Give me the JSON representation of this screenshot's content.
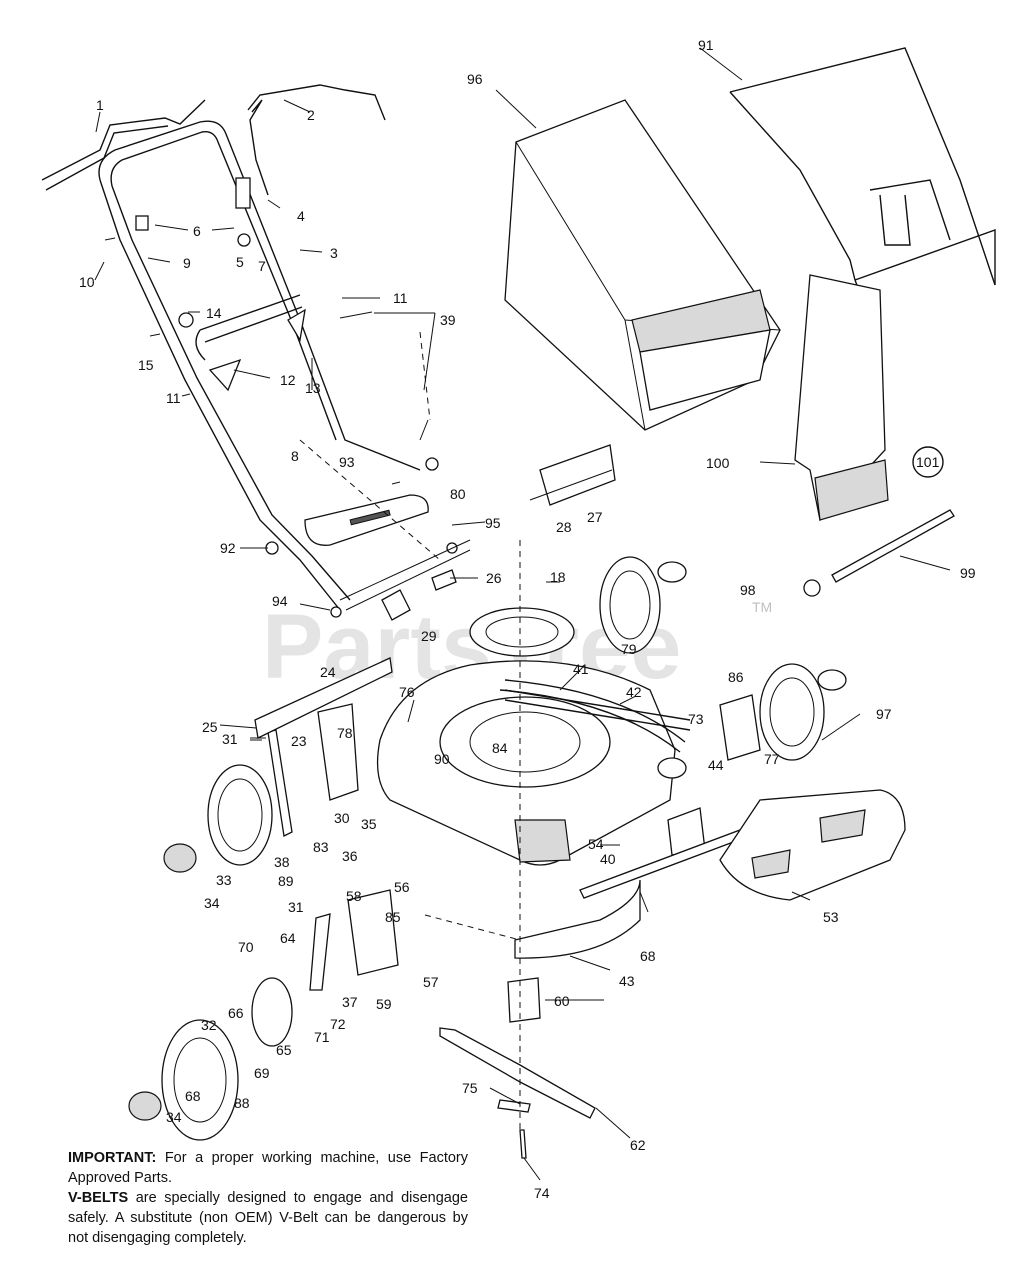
{
  "watermark": {
    "text": "PartsTree",
    "trademark": "TM"
  },
  "callouts": [
    "1",
    "2",
    "3",
    "4",
    "5",
    "6",
    "7",
    "8",
    "9",
    "10",
    "11",
    "11",
    "12",
    "13",
    "14",
    "15",
    "18",
    "23",
    "24",
    "25",
    "26",
    "27",
    "28",
    "29",
    "30",
    "31",
    "31",
    "32",
    "33",
    "34",
    "34",
    "35",
    "36",
    "37",
    "38",
    "39",
    "40",
    "41",
    "42",
    "43",
    "44",
    "53",
    "54",
    "56",
    "57",
    "58",
    "59",
    "60",
    "62",
    "64",
    "65",
    "66",
    "68",
    "68",
    "69",
    "70",
    "71",
    "72",
    "73",
    "74",
    "75",
    "76",
    "77",
    "78",
    "79",
    "80",
    "83",
    "84",
    "85",
    "86",
    "88",
    "89",
    "90",
    "91",
    "92",
    "93",
    "94",
    "95",
    "96",
    "97",
    "98",
    "99",
    "100",
    "101"
  ],
  "notes": {
    "important_label": "IMPORTANT:",
    "important_text": " For a proper working machine, use Factory Approved Parts.",
    "vbelts_label": "V-BELTS",
    "vbelts_text": " are specially designed to engage and disengage safely.  A substitute (non OEM) V-Belt can be dangerous by not disengaging completely."
  }
}
